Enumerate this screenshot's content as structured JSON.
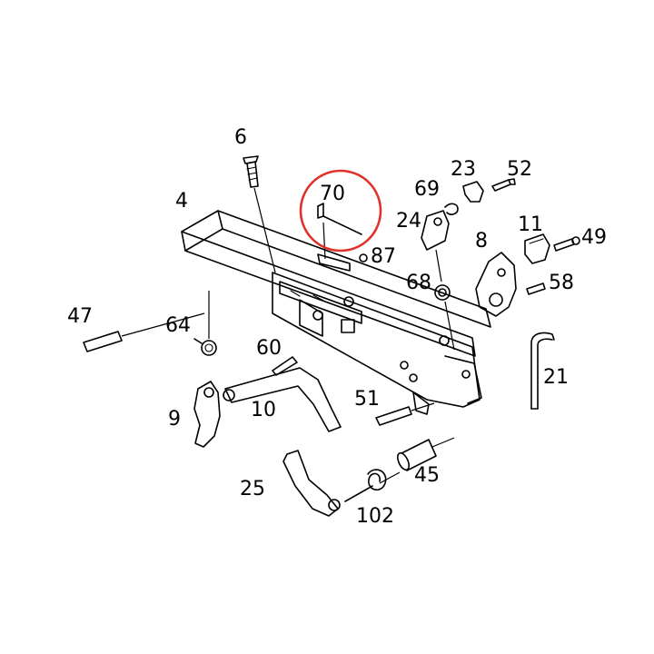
{
  "diagram": {
    "labels": {
      "p4": "4",
      "p6": "6",
      "p70": "70",
      "p87": "87",
      "p69": "69",
      "p23": "23",
      "p52": "52",
      "p24": "24",
      "p11": "11",
      "p8": "8",
      "p49": "49",
      "p68": "68",
      "p58": "58",
      "p47": "47",
      "p64": "64",
      "p60": "60",
      "p21": "21",
      "p9": "9",
      "p10": "10",
      "p51": "51",
      "p25": "25",
      "p45": "45",
      "p102": "102"
    },
    "highlighted_part": "70",
    "highlight_color": "#e0312a"
  }
}
